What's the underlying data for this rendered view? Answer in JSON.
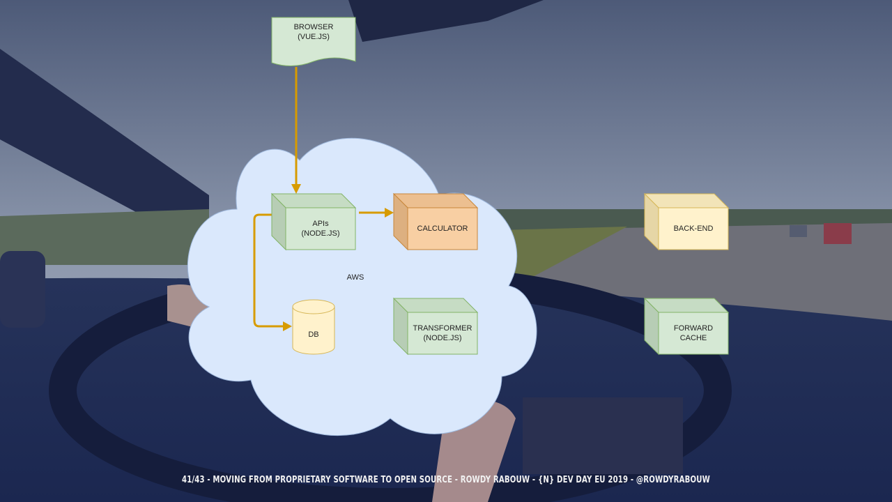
{
  "slide": {
    "nodes": {
      "browser": "BROWSER\n(VUE.JS)",
      "apis": "APIs\n(NODE.JS)",
      "calculator": "CALCULATOR",
      "db": "DB",
      "transformer": "TRANSFORMER\n(NODE.JS)",
      "aws": "AWS",
      "backend": "BACK-END",
      "forward_cache": "FORWARD\nCACHE"
    },
    "colors": {
      "arrow": "#d79b00",
      "green_fill": "#d5e8d4",
      "orange_fill": "#f8cfa3",
      "yellow_fill": "#fff2cc",
      "cloud_fill": "#dae8fc"
    },
    "footer": "41/43 - MOVING FROM PROPRIETARY SOFTWARE TO OPEN SOURCE - ROWDY RABOUW - {N} DEV DAY EU 2019 - @ROWDYRABOUW"
  }
}
